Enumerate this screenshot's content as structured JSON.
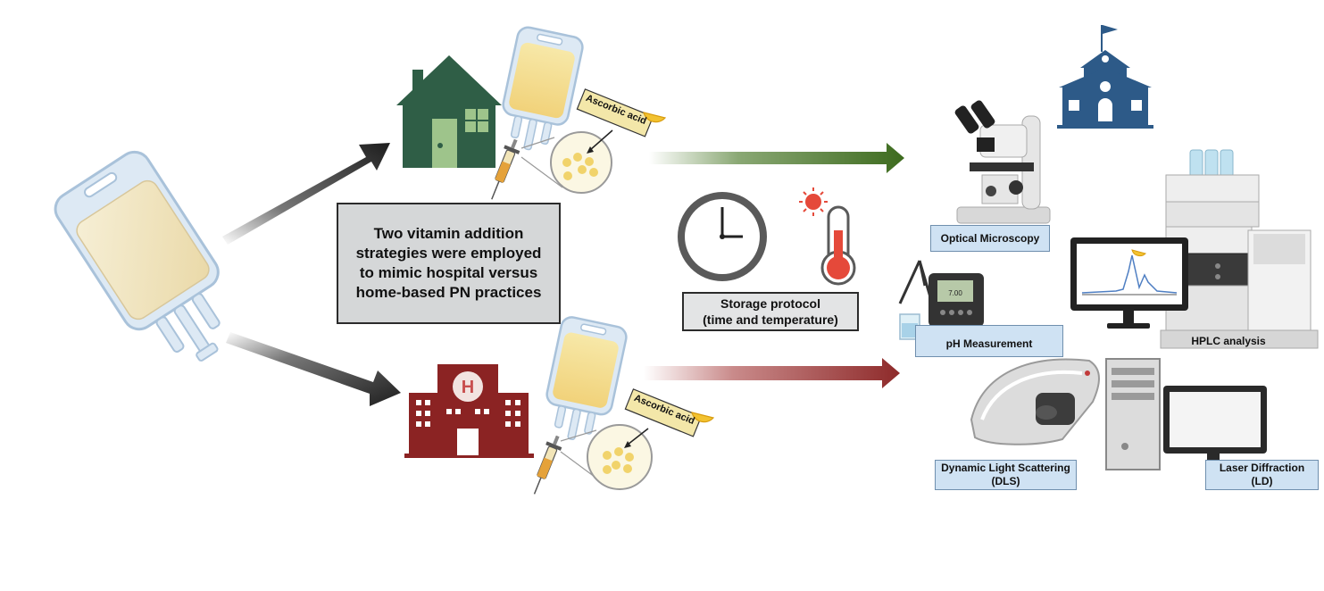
{
  "main_text": {
    "line1": "Two vitamin addition",
    "line2": "strategies were employed",
    "line3": "to mimic hospital versus",
    "line4": "home-based PN practices"
  },
  "storage": {
    "line1": "Storage protocol",
    "line2": "(time and temperature)"
  },
  "bag_labels": {
    "home": "Ascorbic acid",
    "hospital": "Ascorbic acid"
  },
  "instruments": {
    "optical": "Optical Microscopy",
    "ph": "pH Measurement",
    "hplc": "HPLC analysis",
    "dls_line1": "Dynamic Light Scattering",
    "dls_line2": "(DLS)",
    "ld_line1": "Laser Diffraction",
    "ld_line2": "(LD)"
  },
  "ph_meter_display": "7.00",
  "colors": {
    "home_green": "#2f5e46",
    "green_arrow": "#3d6b1e",
    "hospital_red": "#8b2323",
    "red_arrow": "#8e2a2a",
    "school_blue": "#2d5a88",
    "label_box_bg": "#cfe2f3",
    "label_box_border": "#6f8fae",
    "main_box_bg": "#d5d7d8",
    "lemon": "#f2c230"
  },
  "icons": [
    "iv-bag-icon",
    "house-icon",
    "hospital-icon",
    "school-icon",
    "clock-icon",
    "thermometer-icon",
    "sun-icon",
    "syringe-icon",
    "magnifier-icon",
    "lemon-icon",
    "microscope-icon",
    "ph-meter-icon",
    "beaker-icon",
    "hplc-icon",
    "monitor-icon",
    "dls-instrument-icon",
    "computer-tower-icon"
  ]
}
